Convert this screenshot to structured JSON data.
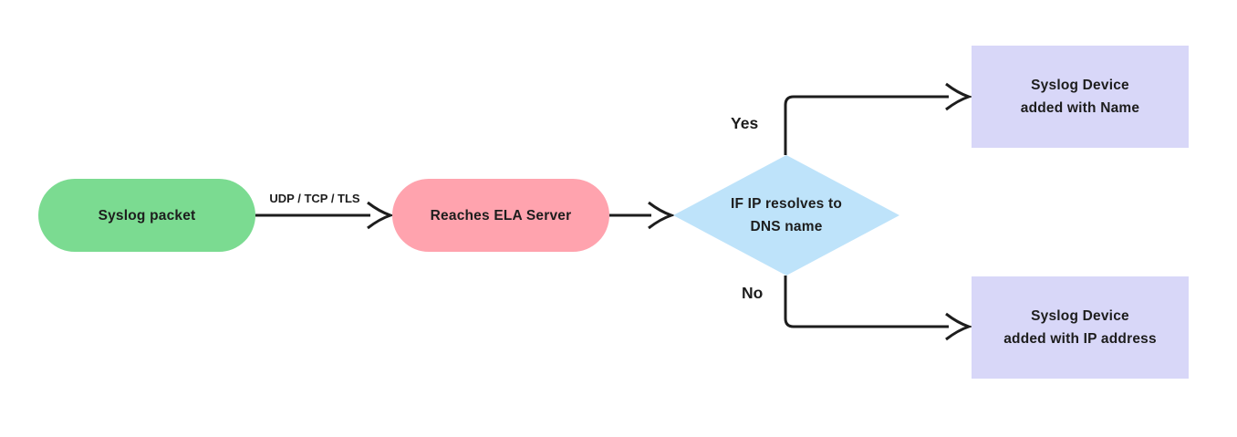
{
  "colors": {
    "background": "#ffffff",
    "node_green": "#7bdb91",
    "node_pink": "#ffa3ae",
    "node_blue": "#bee3fa",
    "node_lavender": "#d8d7f8",
    "line": "#1d1d1d",
    "text": "#1d1d1d"
  },
  "nodes": {
    "syslog_packet": {
      "shape": "pill",
      "color": "#7bdb91",
      "label": "Syslog packet"
    },
    "reaches_ela_server": {
      "shape": "pill",
      "color": "#ffa3ae",
      "label": "Reaches ELA Server"
    },
    "decision": {
      "shape": "diamond",
      "color": "#bee3fa",
      "line1": "IF IP resolves to",
      "line2": "DNS name"
    },
    "added_with_name": {
      "shape": "rect",
      "color": "#d8d7f8",
      "line1": "Syslog Device",
      "line2": "added with Name"
    },
    "added_with_ip": {
      "shape": "rect",
      "color": "#d8d7f8",
      "line1": "Syslog Device",
      "line2": "added with IP address"
    }
  },
  "edges": {
    "transport": {
      "from": "syslog_packet",
      "to": "reaches_ela_server",
      "label": "UDP / TCP / TLS"
    },
    "to_decision": {
      "from": "reaches_ela_server",
      "to": "decision"
    },
    "yes_branch": {
      "from": "decision",
      "to": "added_with_name",
      "label": "Yes"
    },
    "no_branch": {
      "from": "decision",
      "to": "added_with_ip",
      "label": "No"
    }
  }
}
